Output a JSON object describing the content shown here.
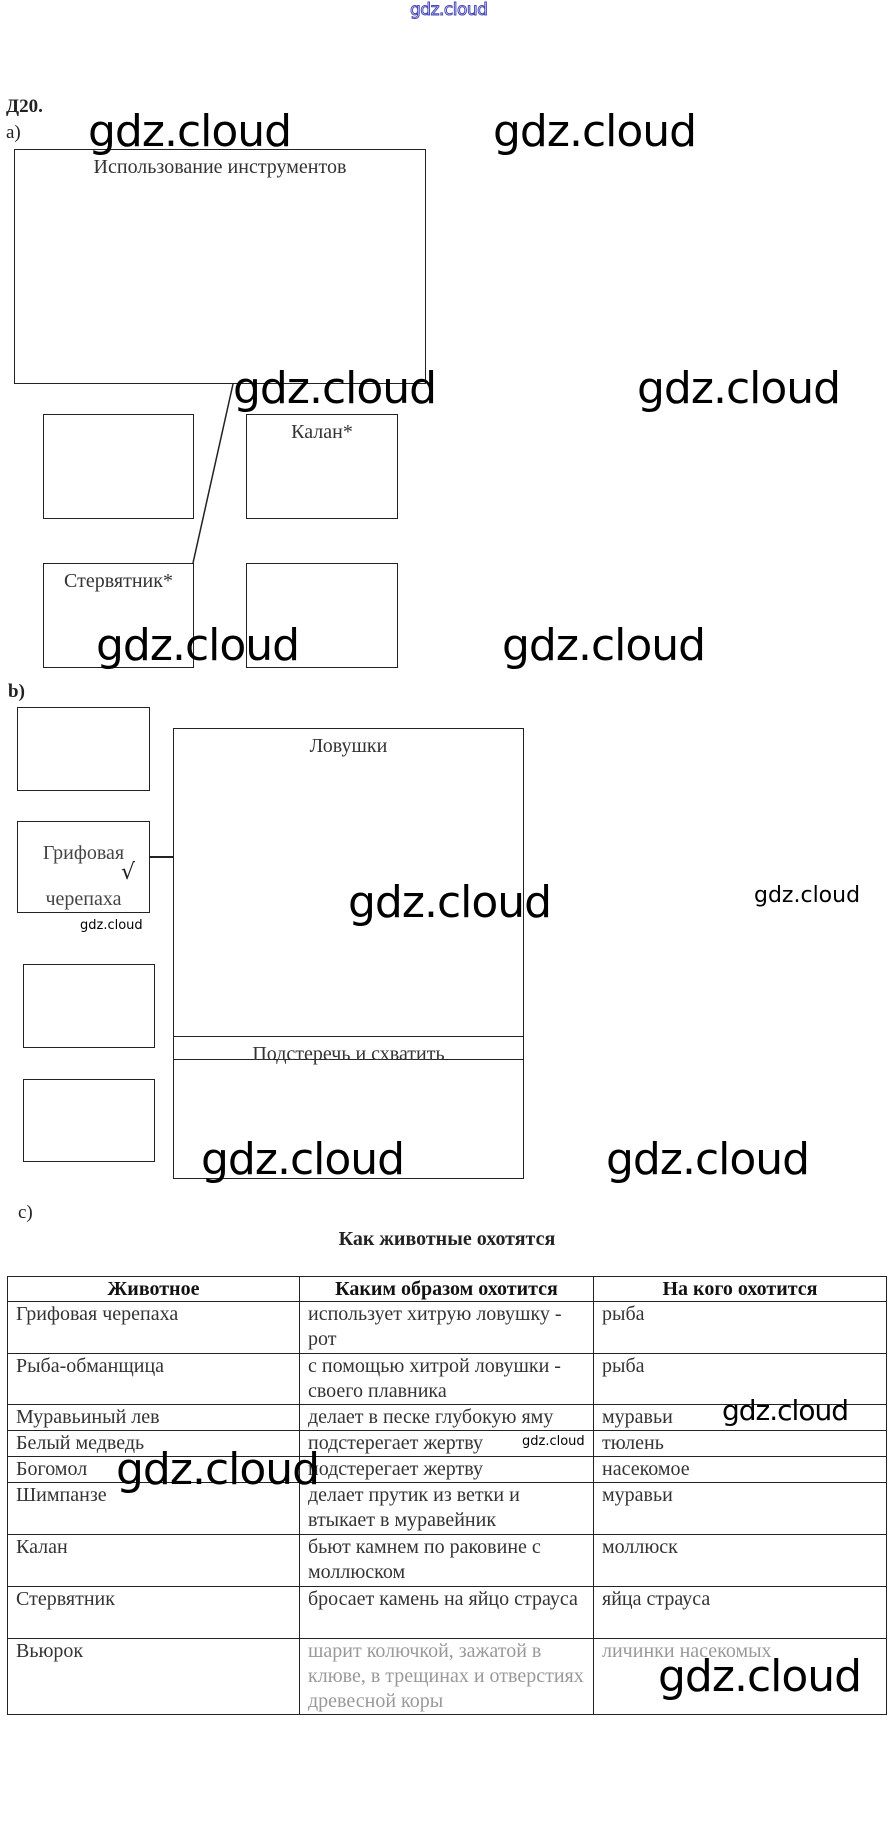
{
  "watermark": "gdz.cloud",
  "task": {
    "number": "Д20.",
    "part_a": {
      "label": "a)",
      "main_box": "Использование инструментов",
      "boxes": [
        "",
        "Калан*",
        "Стервятник*",
        ""
      ]
    },
    "part_b": {
      "label": "b)",
      "left_boxes": [
        "",
        "Грифовая черепаха",
        "",
        ""
      ],
      "checkmark": "√",
      "traps_box": "Ловушки",
      "ambush_box": "Подстеречь и схватить"
    },
    "part_c": {
      "label": "c)",
      "title": "Как животные охотятся",
      "table": {
        "headers": [
          "Животное",
          "Каким образом охотится",
          "На кого охотится"
        ],
        "rows": [
          [
            "Грифовая черепаха",
            "использует хитрую ловушку - рот",
            "рыба"
          ],
          [
            "Рыба-обманщица",
            "с помощью хитрой ловушки - своего плавника",
            "рыба"
          ],
          [
            "Муравьиный лев",
            "делает в песке глубокую яму",
            "муравьи"
          ],
          [
            "Белый медведь",
            "подстерегает жертву",
            "тюлень"
          ],
          [
            "Богомол",
            "подстерегает жертву",
            "насекомое"
          ],
          [
            "Шимпанзе",
            "делает прутик из ветки и втыкает в муравейник",
            "муравьи"
          ],
          [
            "Калан",
            "бьют камнем по раковине с моллюском",
            "моллюск"
          ],
          [
            "Стервятник",
            "бросает камень на яйцо страуса",
            "яйца страуса"
          ],
          [
            "Вьюрок",
            "шарит колючкой, зажатой в клюве, в трещинах и отверстиях древесной коры",
            "личинки насекомых"
          ]
        ]
      }
    }
  }
}
